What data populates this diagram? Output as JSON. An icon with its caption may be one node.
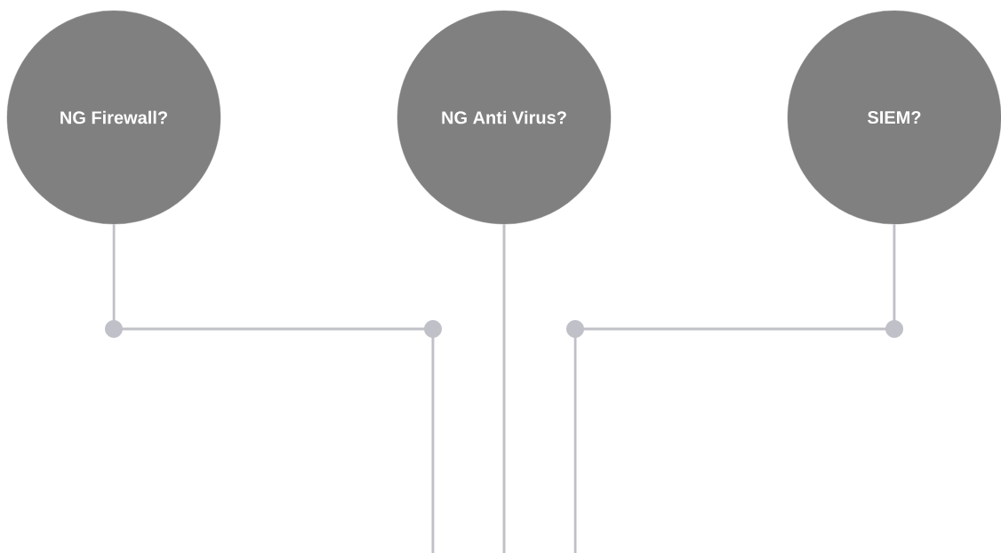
{
  "diagram": {
    "nodes": [
      {
        "text": [
          "NG Firewall?"
        ]
      },
      {
        "text": [
          "NG Anti Virus?"
        ]
      },
      {
        "text": [
          "SIEM?"
        ]
      }
    ],
    "edges": [
      {
        "from": 0,
        "to": null,
        "arrow": "none"
      },
      {
        "from": 1,
        "to": null,
        "arrow": "none"
      },
      {
        "from": 2,
        "to": null,
        "arrow": "none"
      }
    ]
  }
}
